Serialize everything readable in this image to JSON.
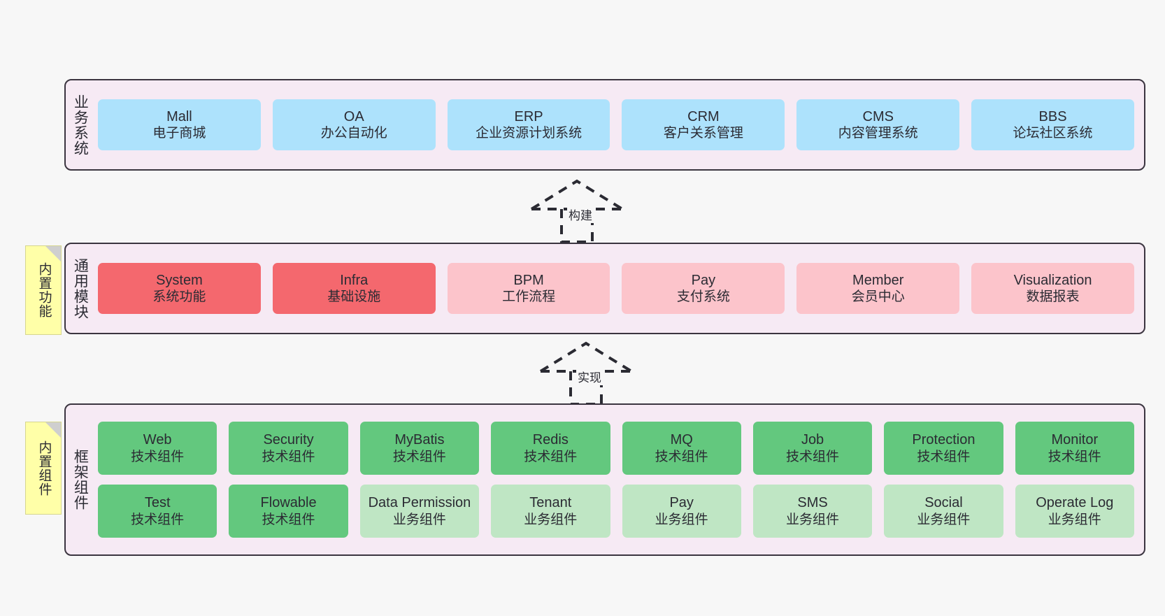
{
  "diagram": {
    "background_color": "#f7f7f7",
    "layer_fill": "#f6eaf4",
    "layer_border": "#3b3540",
    "note_color": "#ffffa8",
    "colors": {
      "blue": "#ade2fc",
      "red": "#f4686e",
      "pink": "#fcc4cb",
      "green": "#63c87e",
      "light_green": "#bfe6c4"
    }
  },
  "notes": [
    {
      "id": "builtin-features",
      "text": "内置功能"
    },
    {
      "id": "builtin-components",
      "text": "内置组件"
    }
  ],
  "connectors": [
    {
      "id": "build",
      "label": "构建"
    },
    {
      "id": "implement",
      "label": "实现"
    }
  ],
  "layers": [
    {
      "id": "business",
      "label": "业务系统",
      "rows": [
        {
          "nodes": [
            {
              "title": "Mall",
              "sub": "电子商城",
              "color": "blue"
            },
            {
              "title": "OA",
              "sub": "办公自动化",
              "color": "blue"
            },
            {
              "title": "ERP",
              "sub": "企业资源计划系统",
              "color": "blue"
            },
            {
              "title": "CRM",
              "sub": "客户关系管理",
              "color": "blue"
            },
            {
              "title": "CMS",
              "sub": "内容管理系统",
              "color": "blue"
            },
            {
              "title": "BBS",
              "sub": "论坛社区系统",
              "color": "blue"
            }
          ]
        }
      ]
    },
    {
      "id": "modules",
      "label": "通用模块",
      "rows": [
        {
          "nodes": [
            {
              "title": "System",
              "sub": "系统功能",
              "color": "red"
            },
            {
              "title": "Infra",
              "sub": "基础设施",
              "color": "red"
            },
            {
              "title": "BPM",
              "sub": "工作流程",
              "color": "pink"
            },
            {
              "title": "Pay",
              "sub": "支付系统",
              "color": "pink"
            },
            {
              "title": "Member",
              "sub": "会员中心",
              "color": "pink"
            },
            {
              "title": "Visualization",
              "sub": "数据报表",
              "color": "pink"
            }
          ]
        }
      ]
    },
    {
      "id": "framework",
      "label": "框架组件",
      "rows": [
        {
          "nodes": [
            {
              "title": "Web",
              "sub": "技术组件",
              "color": "green"
            },
            {
              "title": "Security",
              "sub": "技术组件",
              "color": "green"
            },
            {
              "title": "MyBatis",
              "sub": "技术组件",
              "color": "green"
            },
            {
              "title": "Redis",
              "sub": "技术组件",
              "color": "green"
            },
            {
              "title": "MQ",
              "sub": "技术组件",
              "color": "green"
            },
            {
              "title": "Job",
              "sub": "技术组件",
              "color": "green"
            },
            {
              "title": "Protection",
              "sub": "技术组件",
              "color": "green"
            },
            {
              "title": "Monitor",
              "sub": "技术组件",
              "color": "green"
            }
          ]
        },
        {
          "nodes": [
            {
              "title": "Test",
              "sub": "技术组件",
              "color": "green"
            },
            {
              "title": "Flowable",
              "sub": "技术组件",
              "color": "green"
            },
            {
              "title": "Data Permission",
              "sub": "业务组件",
              "color": "light_green",
              "wrap": true
            },
            {
              "title": "Tenant",
              "sub": "业务组件",
              "color": "light_green"
            },
            {
              "title": "Pay",
              "sub": "业务组件",
              "color": "light_green"
            },
            {
              "title": "SMS",
              "sub": "业务组件",
              "color": "light_green"
            },
            {
              "title": "Social",
              "sub": "业务组件",
              "color": "light_green"
            },
            {
              "title": "Operate Log",
              "sub": "业务组件",
              "color": "light_green"
            }
          ]
        }
      ]
    }
  ]
}
